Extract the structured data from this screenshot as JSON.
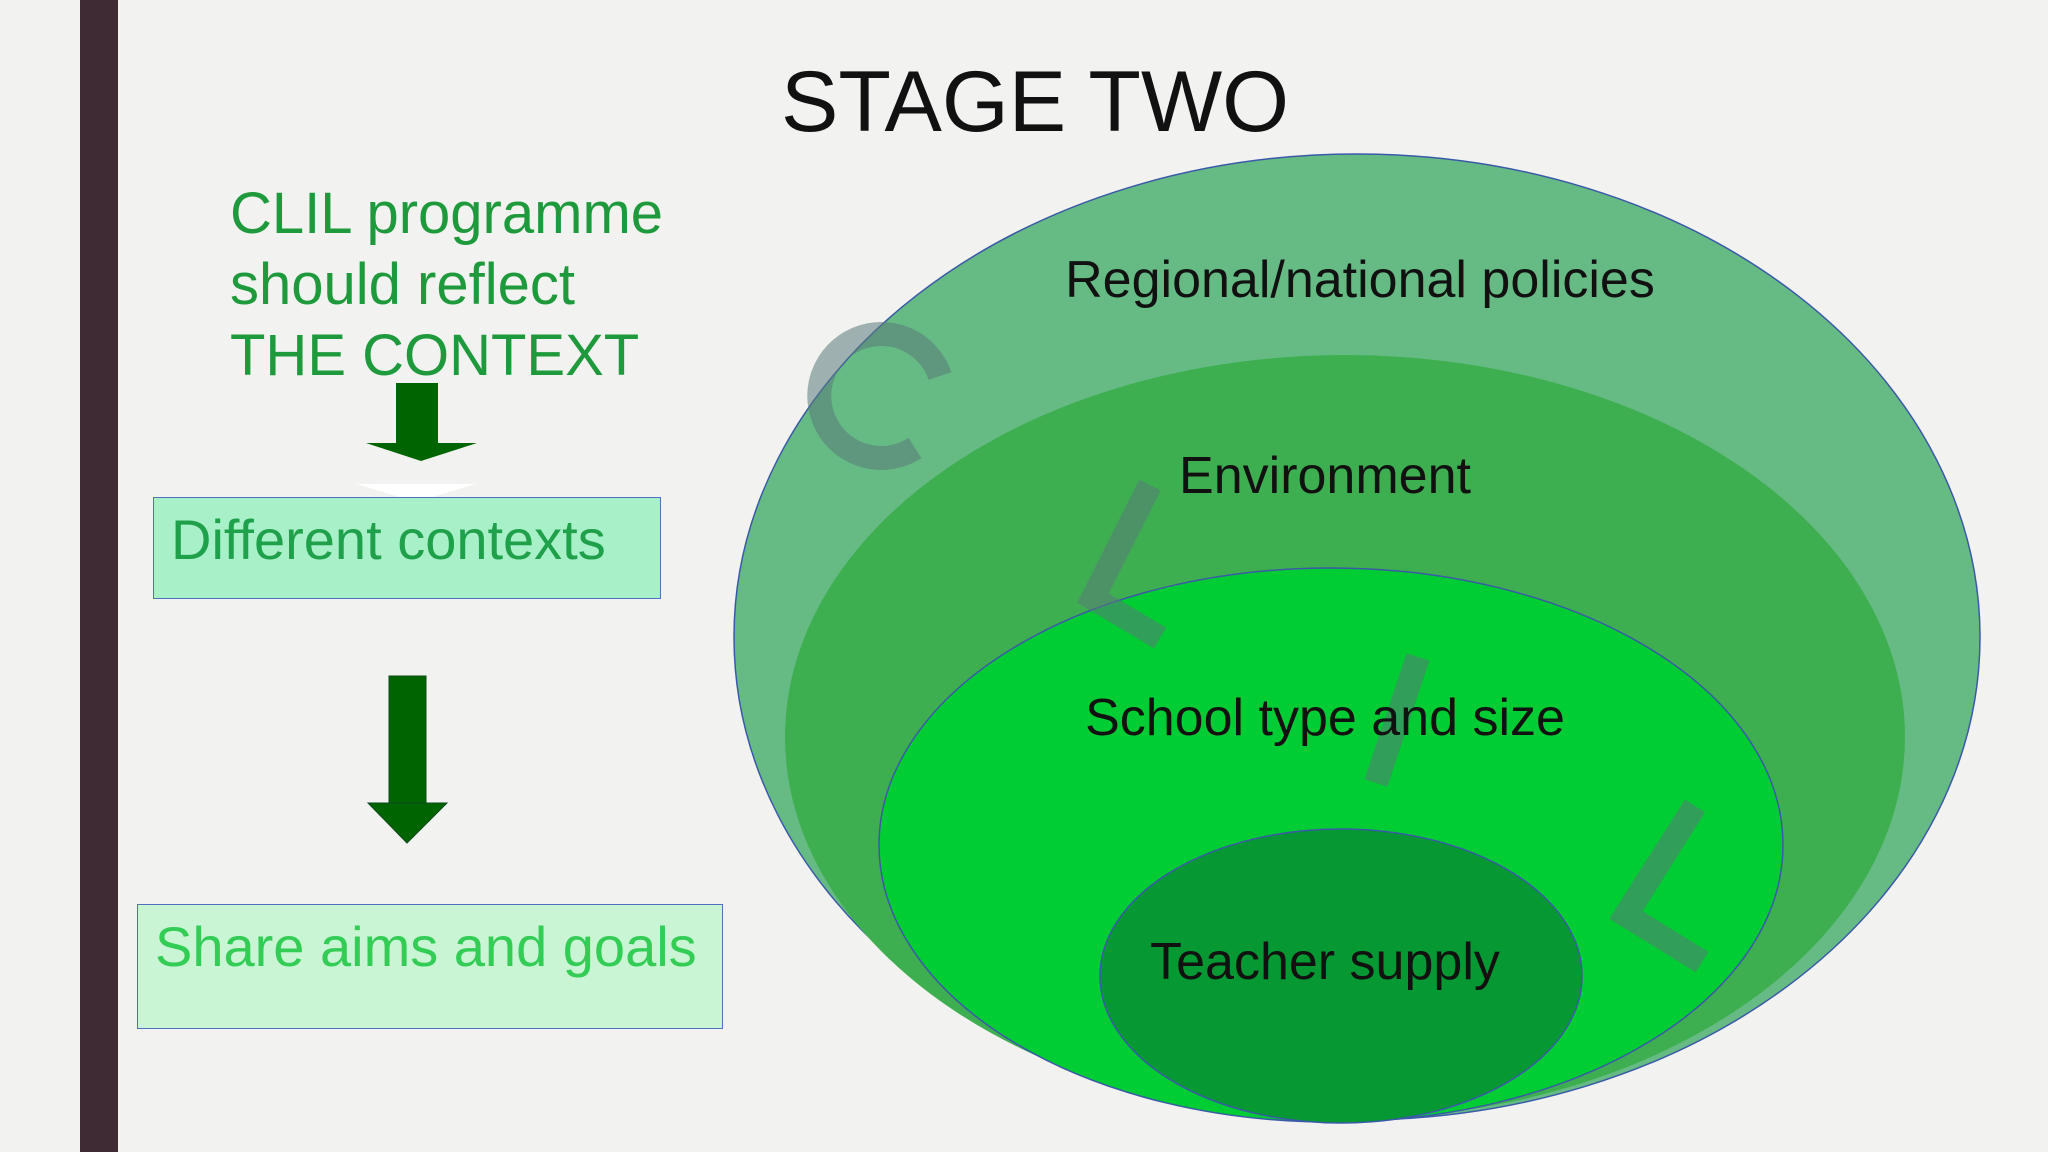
{
  "slide": {
    "title": "STAGE TWO",
    "intro_lines": [
      "CLIL programme",
      "should reflect",
      "THE CONTEXT"
    ],
    "boxes": {
      "contexts": "Different contexts",
      "goals": "Share aims and goals"
    },
    "rings": {
      "regional": "Regional/national policies",
      "environment": "Environment",
      "school": "School type and size",
      "teacher": "Teacher supply"
    },
    "watermark_letters": [
      "C",
      "L",
      "I",
      "L"
    ],
    "colors": {
      "sidebar": "#3f2b33",
      "outer_ring": "#66bb85",
      "second_ring": "#3eaf50",
      "third_ring": "#00cc33",
      "inner_ring": "#059833",
      "accent_text": "#1e9a3c",
      "arrow": "#006400"
    }
  }
}
